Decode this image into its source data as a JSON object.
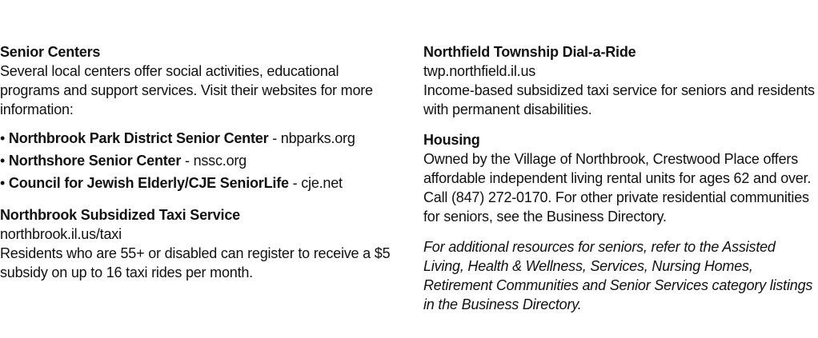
{
  "senior_centers": {
    "heading": "Senior Centers",
    "description": "Several local centers offer social activities, educational programs and support services. Visit their websites for more information:",
    "items": [
      {
        "bullet": "•",
        "name": "Northbrook Park District Senior Center",
        "sep": " - ",
        "link": "nbparks.org"
      },
      {
        "bullet": "•",
        "name": "Northshore Senior Center",
        "sep": " - ",
        "link": "nssc.org"
      },
      {
        "bullet": "•",
        "name": "Council for Jewish Elderly/CJE SeniorLife",
        "sep": " - ",
        "link": "cje.net"
      }
    ]
  },
  "taxi": {
    "heading": "Northbrook Subsidized Taxi Service",
    "link": "northbrook.il.us/taxi",
    "description": "Residents who are 55+ or disabled can register to receive a $5 subsidy on up to 16 taxi rides per month."
  },
  "dial_a_ride": {
    "heading": "Northfield Township Dial-a-Ride",
    "link": "twp.northfield.il.us",
    "description": "Income-based subsidized taxi service for seniors and residents with permanent disabilities."
  },
  "housing": {
    "heading": "Housing",
    "description": "Owned by the Village of Northbrook, Crestwood Place offers affordable independent living rental units for ages 62 and over. Call (847) 272-0170. For other private residential communities for seniors, see the Business Directory."
  },
  "footnote": "For additional resources for seniors, refer to the Assisted Living, Health & Wellness, Services, Nursing Homes, Retirement Communities and Senior Services category listings in the Business Directory.",
  "colors": {
    "text": "#111111",
    "link_highlight": "#f2e600",
    "background": "#ffffff"
  }
}
